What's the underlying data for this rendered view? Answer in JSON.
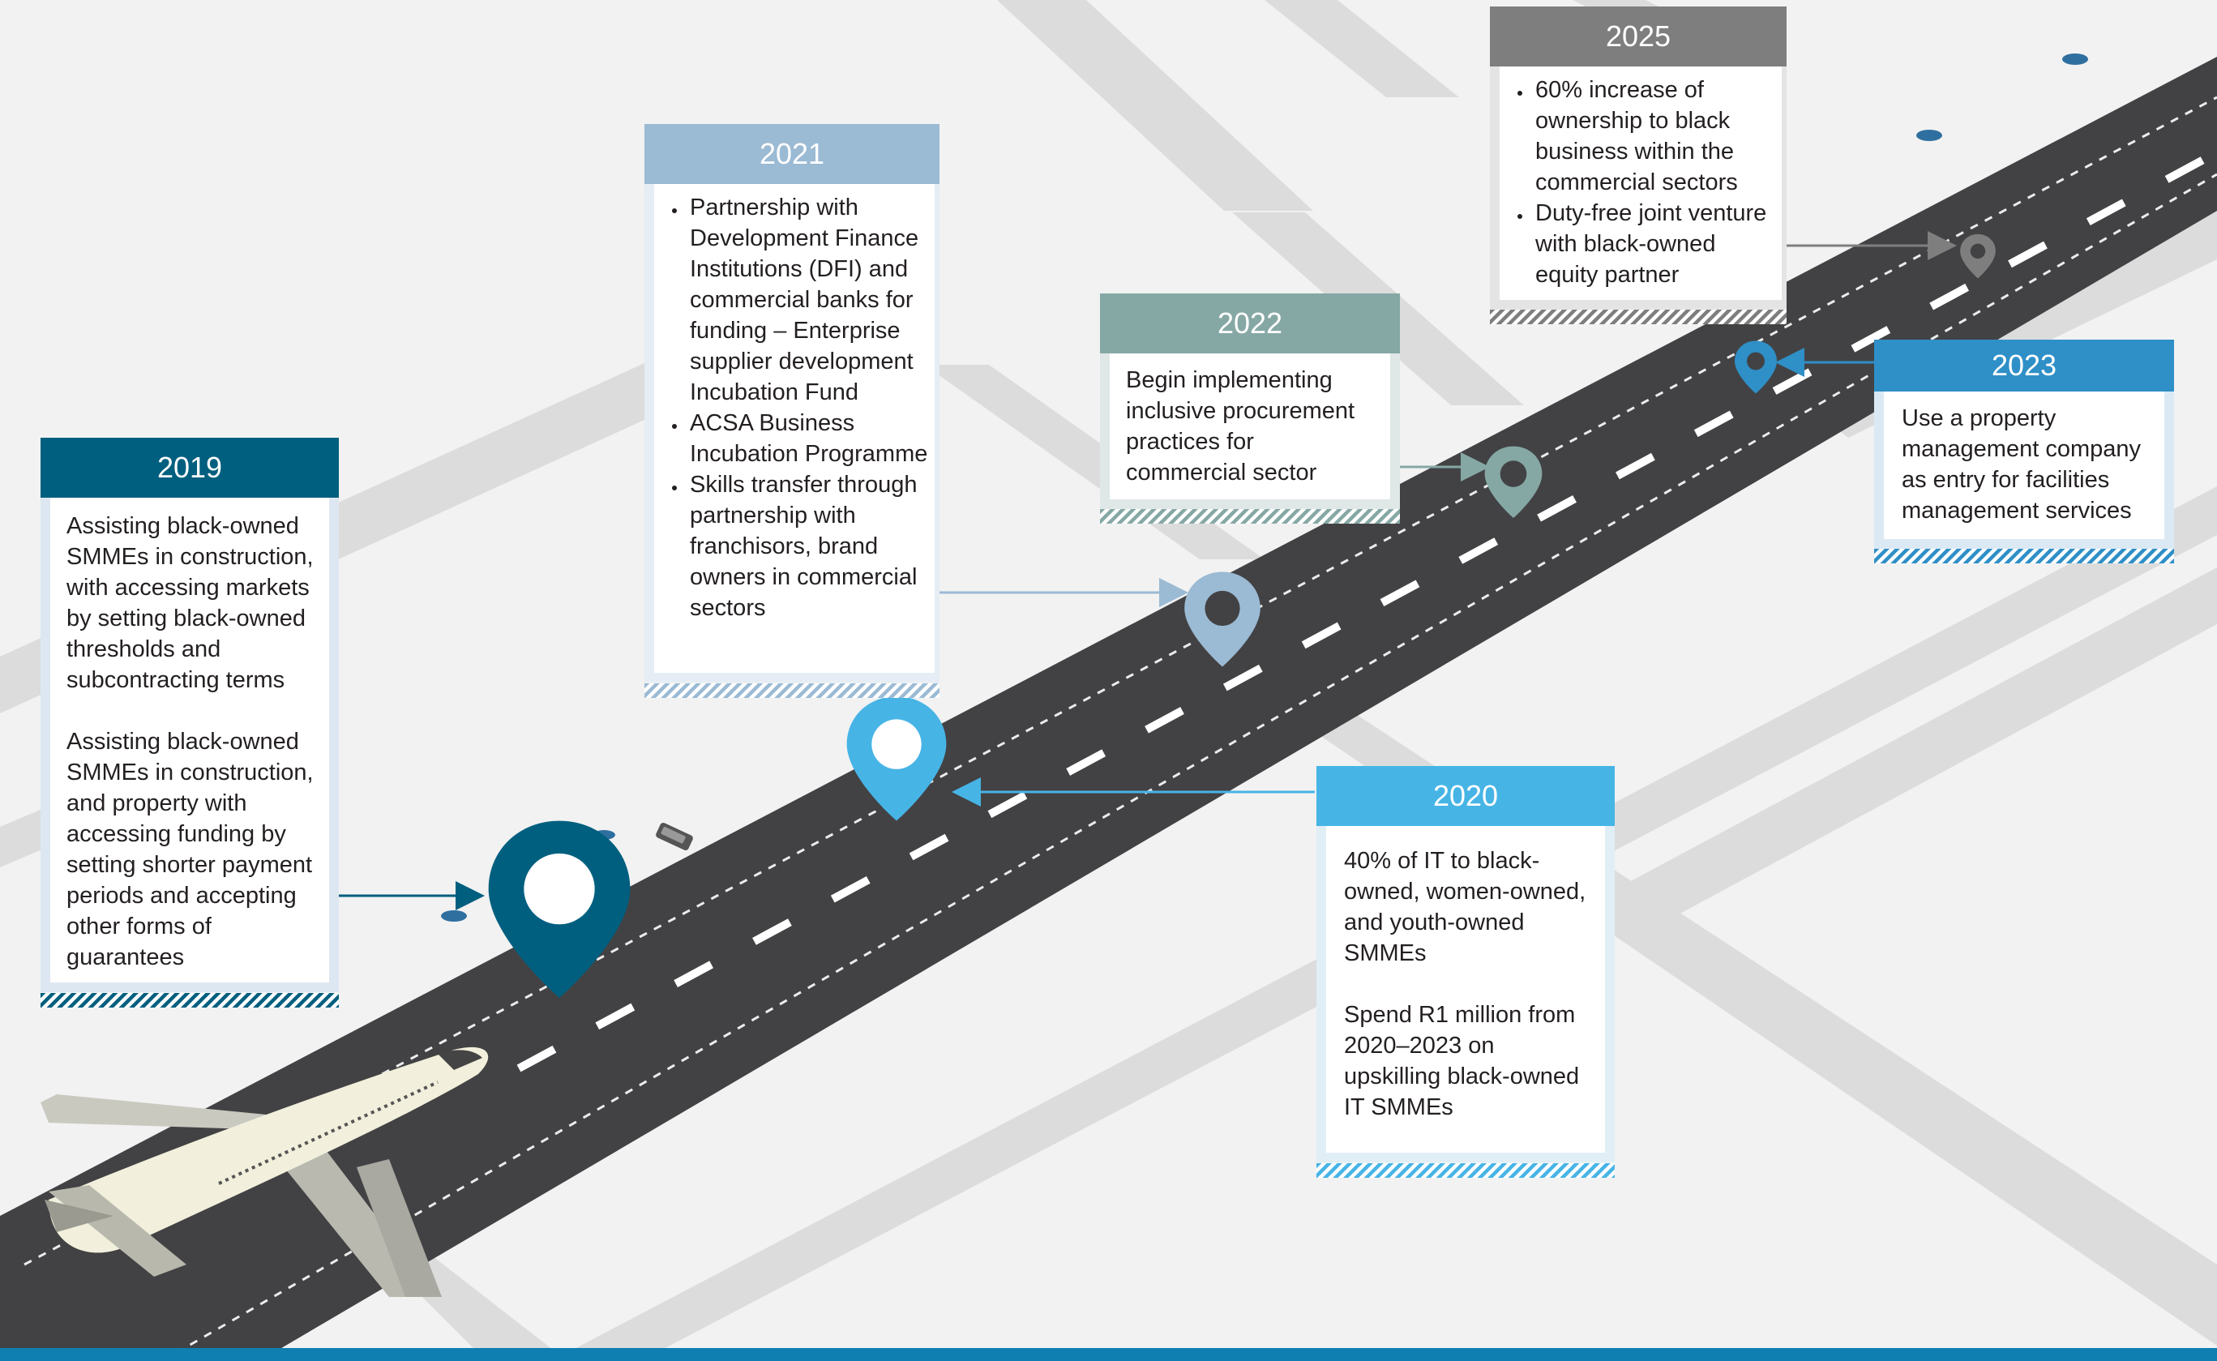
{
  "colors": {
    "c2019": "#005f7f",
    "c2020": "#47b4e6",
    "c2021": "#9bbad4",
    "c2022": "#86a8a5",
    "c2023": "#2f8fc7",
    "c2025": "#7e7e7e",
    "road": "#424244",
    "streets": "#dcdcdc",
    "background": "#f2f2f2"
  },
  "icons": [
    "map-pin-icon",
    "airplane-icon",
    "car-icon",
    "arrow-right-icon"
  ],
  "milestones": {
    "y2019": {
      "year": "2019",
      "paragraphs": [
        "Assisting black-owned SMMEs in construction, with accessing markets by setting black-owned thresholds and subcontracting terms",
        "Assisting black-owned SMMEs in construction, and property with accessing funding by setting shorter payment periods and accepting other forms of guarantees"
      ]
    },
    "y2020": {
      "year": "2020",
      "paragraphs": [
        "40% of IT to black-owned, women-owned, and youth-owned SMMEs",
        "Spend R1 million from 2020–2023 on upskilling black-owned IT SMMEs"
      ]
    },
    "y2021": {
      "year": "2021",
      "bullets": [
        "Partnership with Development Finance Institutions (DFI) and commercial banks for funding – Enterprise supplier development Incubation Fund",
        "ACSA Business Incubation Programme",
        "Skills transfer through partnership with franchisors, brand owners in commercial sectors"
      ]
    },
    "y2022": {
      "year": "2022",
      "paragraphs": [
        "Begin implementing inclusive procurement practices for commercial sector"
      ]
    },
    "y2023": {
      "year": "2023",
      "paragraphs": [
        "Use a property management company as entry for facilities management services"
      ]
    },
    "y2025": {
      "year": "2025",
      "bullets": [
        "60% increase of ownership to black business within the commercial sectors",
        "Duty-free joint venture with black-owned equity partner"
      ]
    }
  }
}
